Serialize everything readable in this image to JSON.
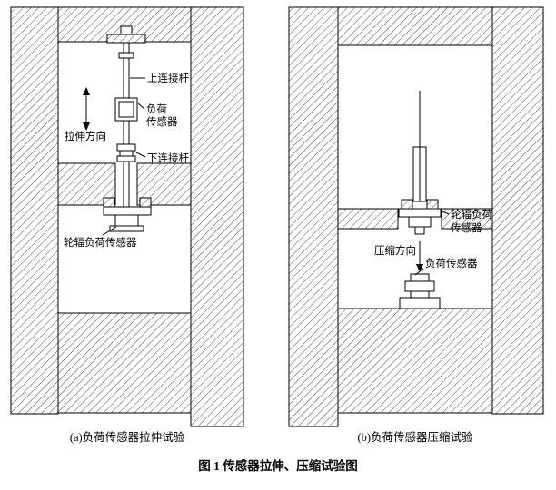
{
  "figure_caption": "图 1  传感器拉伸、压缩试验图",
  "panel_a": {
    "caption": "(a)负荷传感器拉伸试验",
    "labels": {
      "upper_connecting_rod": "上连接杆",
      "tension_direction": "拉伸方向",
      "load_sensor_line1": "负荷",
      "load_sensor_line2": "传感器",
      "lower_connecting_rod": "下连接杆",
      "spoke_load_sensor": "轮辐负荷传感器"
    }
  },
  "panel_b": {
    "caption": "(b)负荷传感器压缩试验",
    "labels": {
      "spoke_load_sensor_line1": "轮辐负荷",
      "spoke_load_sensor_line2": "传感器",
      "compression_direction": "压缩方向",
      "load_sensor": "负荷传感器"
    }
  },
  "colors": {
    "line": "#000000",
    "hatch": "#3a3a3a",
    "background": "#ffffff"
  }
}
